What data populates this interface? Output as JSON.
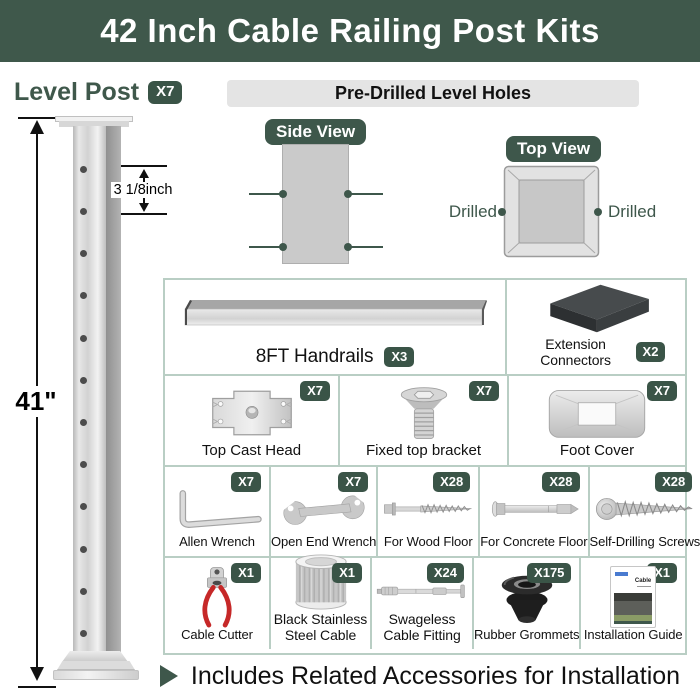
{
  "colors": {
    "header_green": "#3f584b",
    "badge_green": "#3a5447",
    "diagram_green": "#3e574b",
    "grid_border": "#b9cec4",
    "pill_bg": "#e4e4e4",
    "cutter_red": "#c62828"
  },
  "header": {
    "title": "42 Inch Cable Railing Post Kits"
  },
  "level_post": {
    "label": "Level Post",
    "badge": "X7",
    "height_label": "41\"",
    "spacing_label": "3 1/8inch"
  },
  "predrilled": {
    "title": "Pre-Drilled Level Holes",
    "side_view_label": "Side View",
    "top_view_label": "Top View",
    "drilled_left": "Drilled",
    "drilled_right": "Drilled"
  },
  "grid": {
    "row1": [
      {
        "label": "8FT Handrails",
        "badge": "X3",
        "icon": "handrail-icon"
      },
      {
        "label": "Extension Connectors",
        "badge": "X2",
        "icon": "extension-connector-icon"
      }
    ],
    "row2": [
      {
        "label": "Top Cast Head",
        "badge": "X7",
        "icon": "top-cast-head-icon"
      },
      {
        "label": "Fixed top bracket",
        "badge": "X7",
        "icon": "countersunk-screw-icon"
      },
      {
        "label": "Foot Cover",
        "badge": "X7",
        "icon": "foot-cover-icon"
      }
    ],
    "row3": [
      {
        "label": "Allen Wrench",
        "badge": "X7",
        "icon": "allen-wrench-icon"
      },
      {
        "label": "Open End Wrench",
        "badge": "X7",
        "icon": "open-end-wrench-icon"
      },
      {
        "label": "For Wood Floor",
        "badge": "X28",
        "icon": "wood-screw-icon"
      },
      {
        "label": "For Concrete Floor",
        "badge": "X28",
        "icon": "concrete-anchor-icon"
      },
      {
        "label": "Self-Drilling Screws",
        "badge": "X28",
        "icon": "self-drilling-screw-icon"
      }
    ],
    "row4": [
      {
        "label": "Cable Cutter",
        "badge": "X1",
        "icon": "cable-cutter-icon"
      },
      {
        "label": "Black Stainless Steel Cable",
        "badge": "X1",
        "icon": "cable-spool-icon"
      },
      {
        "label": "Swageless Cable Fitting",
        "badge": "X24",
        "icon": "swageless-fitting-icon"
      },
      {
        "label": "Rubber Grommets",
        "badge": "X175",
        "icon": "rubber-grommet-icon"
      },
      {
        "label": "Installation Guide",
        "badge": "X1",
        "icon": "installation-guide-icon"
      }
    ]
  },
  "guide": {
    "cover_title": "Cable"
  },
  "footer": {
    "text": "Includes Related Accessories for Installation"
  }
}
